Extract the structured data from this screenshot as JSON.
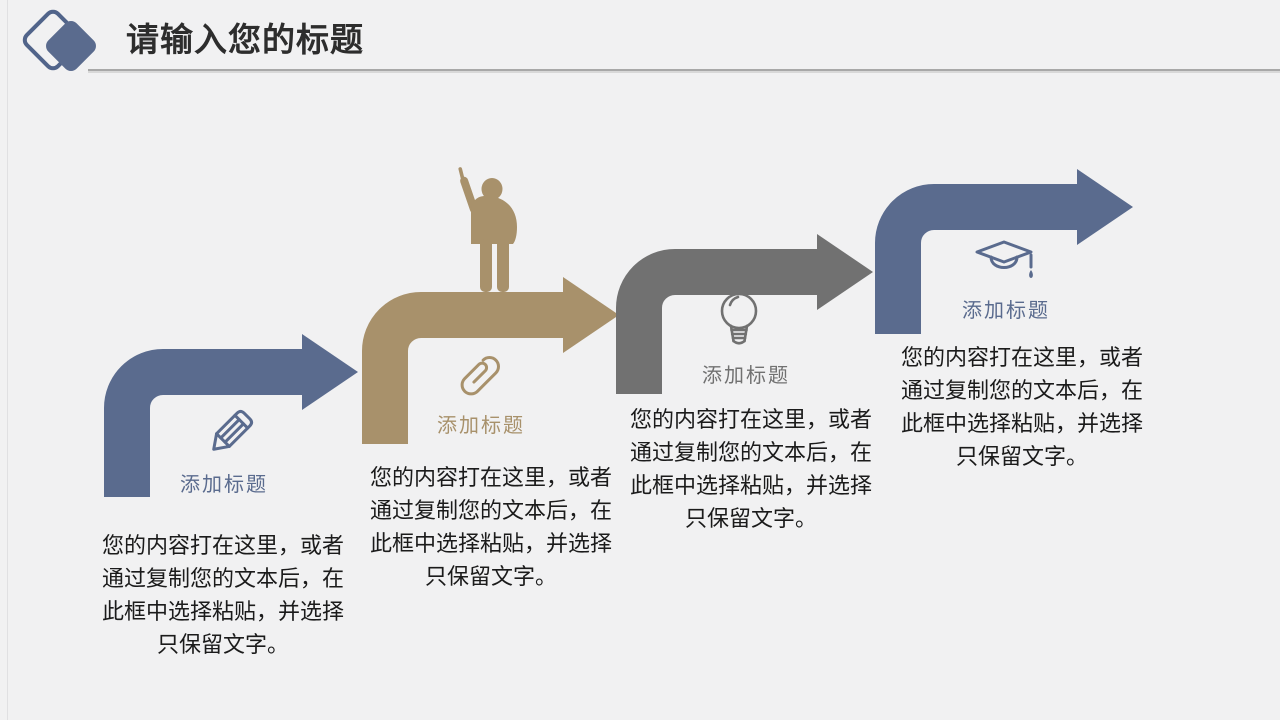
{
  "slide": {
    "title": "请输入您的标题",
    "background_color": "#f1f1f2",
    "divider_color": "#a8a8a8",
    "accent_blue": "#5a6b8e",
    "accent_tan": "#a8916b",
    "accent_gray": "#717171",
    "logo_icon": "double-diamond-icon"
  },
  "decoration": {
    "person_icon": "person-waving",
    "person_color": "#a8916b"
  },
  "steps": [
    {
      "title": "添加标题",
      "icon": "pencil-icon",
      "color": "#5a6b8e",
      "body_lines": [
        "您的内容打在这里，或者",
        "通过复制您的文本后，在",
        "此框中选择粘贴，并选择",
        "只保留文字。"
      ]
    },
    {
      "title": "添加标题",
      "icon": "paperclip-icon",
      "color": "#a8916b",
      "body_lines": [
        "您的内容打在这里，或者",
        "通过复制您的文本后，在",
        "此框中选择粘贴，并选择",
        "只保留文字。"
      ]
    },
    {
      "title": "添加标题",
      "icon": "lightbulb-icon",
      "color": "#717171",
      "body_lines": [
        "您的内容打在这里，或者",
        "通过复制您的文本后，在",
        "此框中选择粘贴，并选择",
        "只保留文字。"
      ]
    },
    {
      "title": "添加标题",
      "icon": "graduation-cap-icon",
      "color": "#5a6b8e",
      "body_lines": [
        "您的内容打在这里，或者",
        "通过复制您的文本后，在",
        "此框中选择粘贴，并选择",
        "只保留文字。"
      ]
    }
  ]
}
